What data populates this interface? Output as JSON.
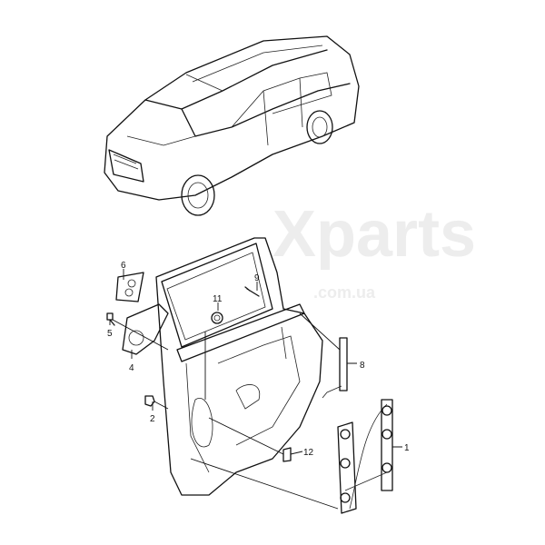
{
  "watermark": {
    "brand": "Xparts",
    "domain": ".com.ua"
  },
  "callouts": {
    "c1": "1",
    "c2": "2",
    "c4": "4",
    "c5": "5",
    "c6": "6",
    "c8": "8",
    "c9": "9",
    "c11": "11",
    "c12": "12"
  }
}
